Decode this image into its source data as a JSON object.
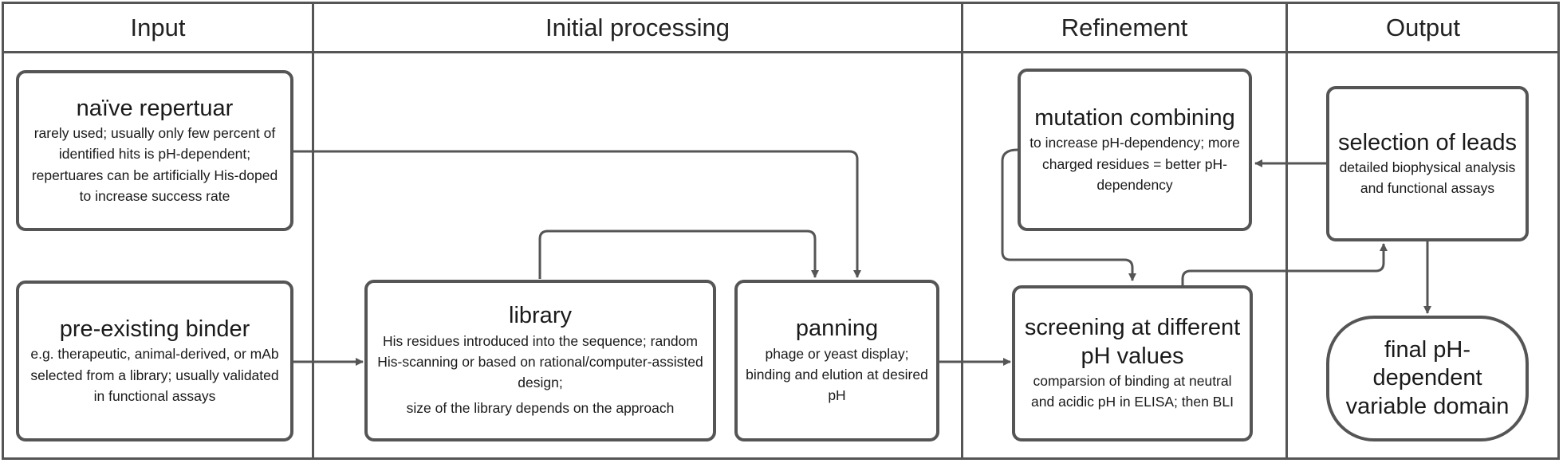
{
  "columns": {
    "input": "Input",
    "initial_processing": "Initial processing",
    "refinement": "Refinement",
    "output": "Output"
  },
  "boxes": {
    "naive_repertuar": {
      "title": "naïve repertuar",
      "desc": "rarely used; usually only few percent of identified hits is pH-dependent;  repertuares can be artificially His-doped to increase success rate"
    },
    "pre_existing_binder": {
      "title": "pre-existing binder",
      "desc": "e.g. therapeutic, animal-derived, or mAb selected from a library; usually validated in functional assays"
    },
    "library": {
      "title": "library",
      "desc": "His residues introduced into the sequence; random His-scanning or based on rational/computer-assisted design;",
      "desc2": "size of the library depends on the approach"
    },
    "panning": {
      "title": "panning",
      "desc": "phage or yeast display; binding and elution at desired pH"
    },
    "mutation_combining": {
      "title": "mutation combining",
      "desc": "to increase pH-dependency; more charged residues = better pH-dependency"
    },
    "screening": {
      "title": "screening at different pH values",
      "desc": "comparsion of binding at neutral and acidic pH in ELISA; then BLI"
    },
    "selection_of_leads": {
      "title": "selection of leads",
      "desc": "detailed biophysical analysis and functional assays"
    },
    "final": {
      "title": "final pH-dependent variable domain"
    }
  },
  "colors": {
    "line": "#555555",
    "text": "#1a1a1a",
    "background": "#ffffff"
  }
}
